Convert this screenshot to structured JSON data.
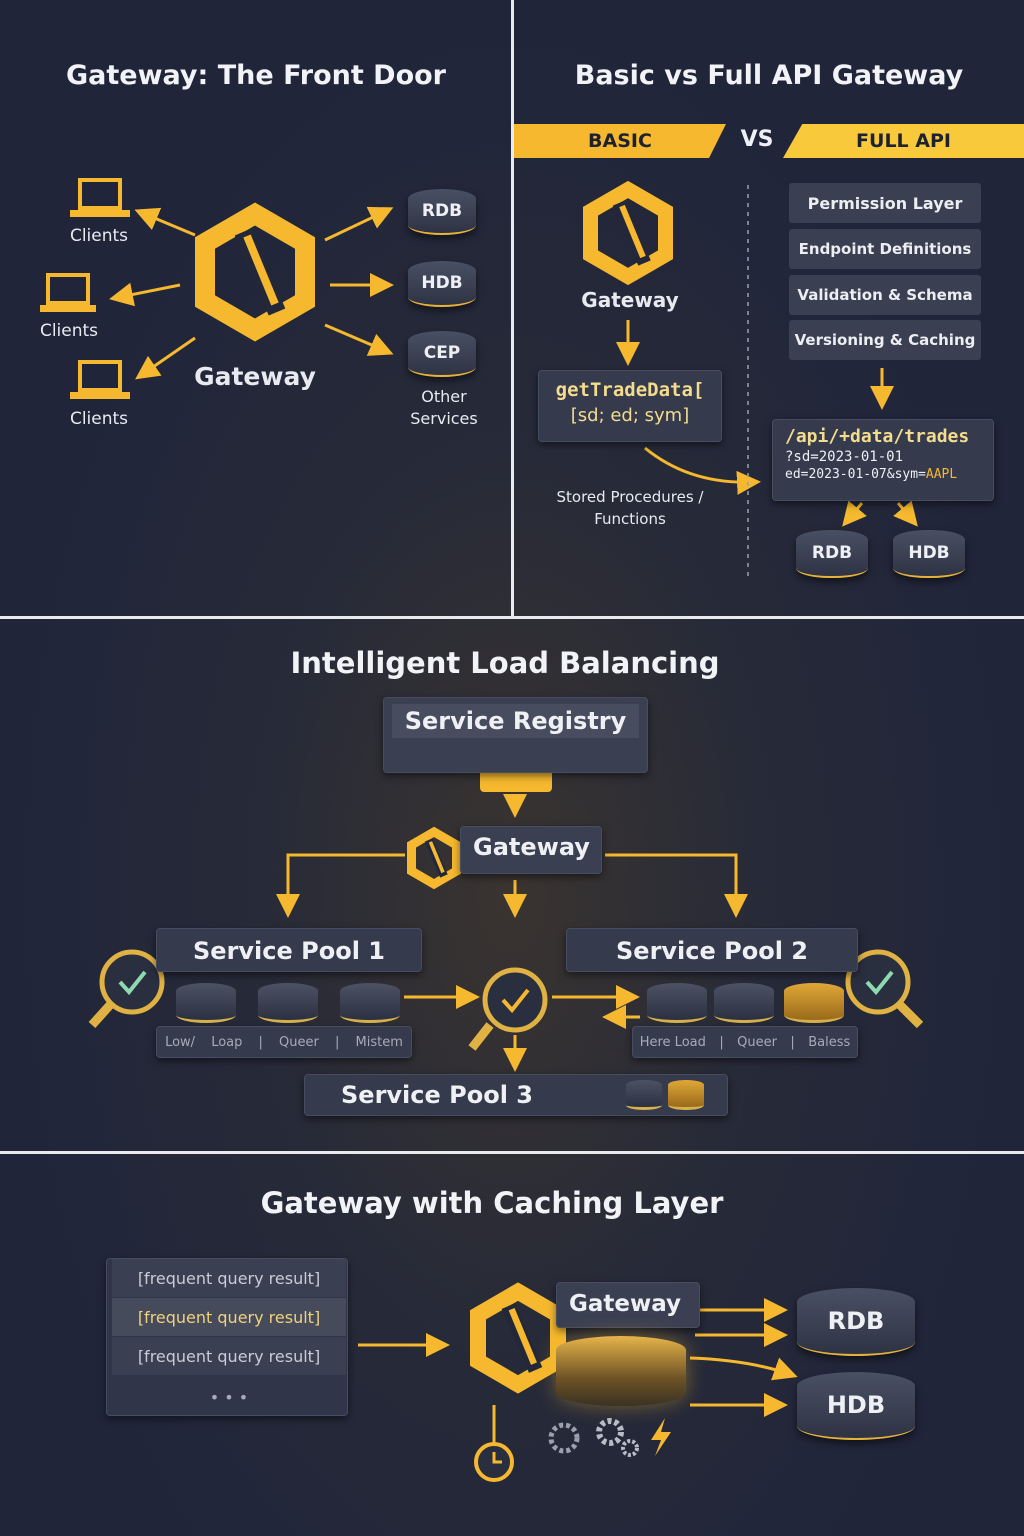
{
  "colors": {
    "accent": "#f5b82e",
    "background": "#22273a",
    "panel": "#353a4c"
  },
  "panel1": {
    "title": "Gateway: The Front Door",
    "clients": [
      "Clients",
      "Clients",
      "Clients"
    ],
    "gateway": "Gateway",
    "services": [
      "RDB",
      "HDB",
      "CEP"
    ],
    "other": "Other Services",
    "icons": {
      "client": "laptop-icon",
      "gateway": "gateway-hexagon-logo"
    }
  },
  "panel2": {
    "title": "Basic vs Full API Gateway",
    "basic": "BASIC",
    "vs": "VS",
    "full": "FULL API",
    "gateway": "Gateway",
    "code_line1": "getTradeData[",
    "code_line2": "[sd; ed; sym]",
    "stored": "Stored Procedures / Functions",
    "features": [
      "Permission Layer",
      "Endpoint Definitions",
      "Validation & Schema",
      "Versioning & Caching"
    ],
    "url_line1": "/api/+data/trades",
    "url_line2": "?sd=2023-01-01",
    "url_line3a": "ed=2023-01-07&sym=",
    "url_line3b": "AAPL",
    "dbs": [
      "RDB",
      "HDB"
    ]
  },
  "panel3": {
    "title": "Intelligent Load Balancing",
    "registry": "Service Registry",
    "gateway": "Gateway",
    "pool1": "Service Pool 1",
    "pool1_stats": [
      "Low/",
      "Loap",
      "Queer",
      "Mistem"
    ],
    "pool2": "Service Pool 2",
    "pool2_stats": [
      "Here Load",
      "Queer",
      "Baless"
    ],
    "pool3": "Service Pool 3",
    "icons": {
      "health": "magnifier-check-icon",
      "router": "check-circle-icon"
    }
  },
  "panel4": {
    "title": "Gateway with Caching Layer",
    "cache_rows": [
      "[frequent query result]",
      "[frequent query result]",
      "[frequent query result]"
    ],
    "more": "• • •",
    "gateway": "Gateway",
    "dbs": [
      "RDB",
      "HDB"
    ],
    "icons": [
      "clock-icon",
      "gear-icon",
      "gears-icon",
      "lightning-icon"
    ]
  }
}
